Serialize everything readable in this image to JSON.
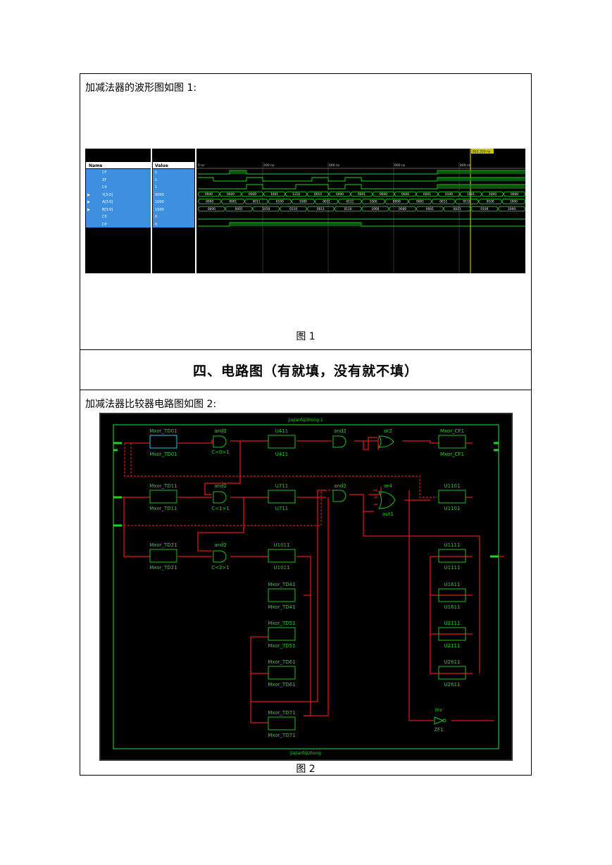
{
  "section1": {
    "intro": "加减法器的波形图如图 1:",
    "caption": "图 1",
    "waveform": {
      "header_name": "Name",
      "header_value": "Value",
      "cursor_label": "852.333 ns",
      "time_ticks": [
        "0 ns",
        "200 ns",
        "400 ns",
        "600 ns",
        "800 ns"
      ],
      "signals": [
        {
          "name": "CF",
          "value": "1"
        },
        {
          "name": "ZF",
          "value": "1"
        },
        {
          "name": "C4",
          "value": "1"
        },
        {
          "name": "Y[3:0]",
          "value": "0000"
        },
        {
          "name": "A[3:0]",
          "value": "1000"
        },
        {
          "name": "B[3:0]",
          "value": "1000"
        },
        {
          "name": "C0",
          "value": "0"
        },
        {
          "name": "CP",
          "value": "0"
        }
      ],
      "bus_y": [
        "0000",
        "0000",
        "0000",
        "1001",
        "1110",
        "0010",
        "0000",
        "0001",
        "0000",
        "0000",
        "0001",
        "0100",
        "1001",
        "1000",
        "0000"
      ],
      "bus_a": [
        "0000",
        "0001",
        "0011",
        "0100",
        "1000",
        "0011",
        "0111",
        "1000",
        "0000",
        "0001",
        "0011",
        "0110",
        "0100",
        "1000"
      ],
      "bus_b": [
        "0000",
        "0001",
        "1010",
        "0110",
        "0011",
        "0110",
        "1000",
        "0000",
        "0001",
        "0011",
        "0100",
        "1000"
      ]
    }
  },
  "section2": {
    "heading": "四、电路图（有就填，没有就不填）"
  },
  "section3": {
    "intro": "加减法器比较器电路图如图 2:",
    "caption": "图 2",
    "schematic": {
      "top_title": "jiajianfqizhong:1",
      "bottom_title": "jiajianfqizhong",
      "blocks": [
        {
          "top": "Mxor_TD01",
          "bottom": "Mxor_TD01"
        },
        {
          "top": "and2",
          "bottom": "C<0>1"
        },
        {
          "top": "U411",
          "bottom": "U411"
        },
        {
          "top": "and2",
          "bottom": ""
        },
        {
          "top": "or2",
          "bottom": ""
        },
        {
          "top": "Mxor_CF1",
          "bottom": "Mxor_CF1"
        },
        {
          "top": "Mxor_TD11",
          "bottom": "Mxor_TD11"
        },
        {
          "top": "and2",
          "bottom": "C<1>1"
        },
        {
          "top": "U711",
          "bottom": "U711"
        },
        {
          "top": "and2",
          "bottom": ""
        },
        {
          "top": "or4",
          "bottom": "out1"
        },
        {
          "top": "U1101",
          "bottom": "U1101"
        },
        {
          "top": "Mxor_TD21",
          "bottom": "Mxor_TD21"
        },
        {
          "top": "and2",
          "bottom": "C<2>1"
        },
        {
          "top": "U1011",
          "bottom": "U1011"
        },
        {
          "top": "U1111",
          "bottom": "U1111"
        },
        {
          "top": "Mxor_TD41",
          "bottom": "Mxor_TD41"
        },
        {
          "top": "U1611",
          "bottom": "U1611"
        },
        {
          "top": "Mxor_TD51",
          "bottom": "Mxor_TD51"
        },
        {
          "top": "U2111",
          "bottom": "U2111"
        },
        {
          "top": "Mxor_TD61",
          "bottom": "Mxor_TD61"
        },
        {
          "top": "U2611",
          "bottom": "U2611"
        },
        {
          "top": "Mxor_TD71",
          "bottom": "Mxor_TD71"
        },
        {
          "top": "inv",
          "bottom": "ZF1"
        }
      ]
    }
  }
}
